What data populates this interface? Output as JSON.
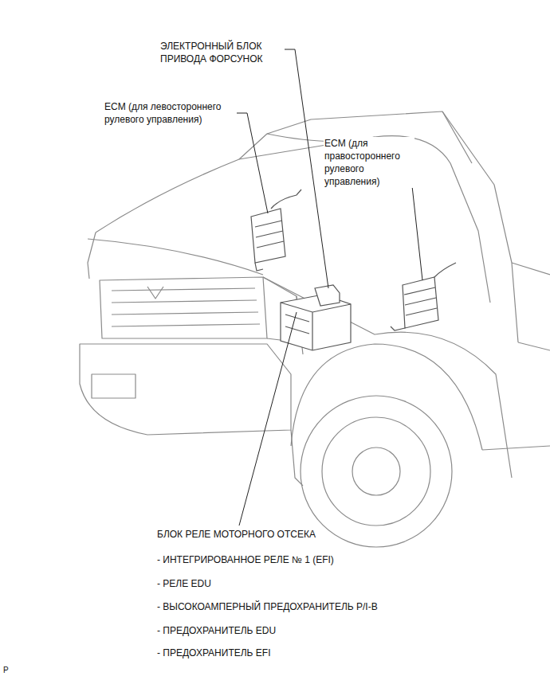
{
  "diagram": {
    "labels": [
      "ЭЛЕКТРОННЫЙ БЛОК ПРИВОДА ФОРСУНОК",
      "ECM (для левостороннего рулевого управления)",
      "ECM (для правостороннего рулевого управления)",
      "БЛОК РЕЛЕ МОТОРНОГО ОТСЕКА",
      "- ИНТЕГРИРОВАННОЕ РЕЛЕ № 1 (EFI)",
      "- РЕЛЕ EDU",
      "- ВЫСОКОАМПЕРНЫЙ ПРЕДОХРАНИТЕЛЬ P/I-B",
      "- ПРЕДОХРАНИТЕЛЬ EDU",
      "- ПРЕДОХРАНИТЕЛЬ EFI",
      "P"
    ]
  }
}
